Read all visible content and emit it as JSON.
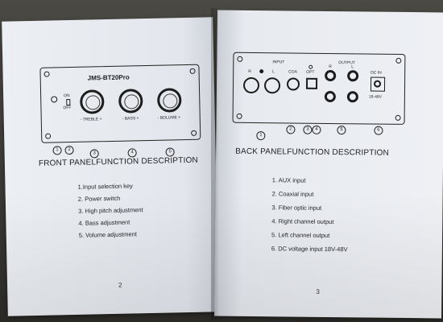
{
  "left_page": {
    "model": "JMS-BT20Pro",
    "switch_on": "ON",
    "switch_off": "OFF",
    "knob_labels": [
      "- TREBLE +",
      "- BASS +",
      "- BOLUME +"
    ],
    "callouts": [
      "1",
      "2",
      "3",
      "4",
      "5"
    ],
    "section_title": "FRONT PANELFUNCTION DESCRIPTION",
    "items": [
      "1.Input selection key",
      "2. Power switch",
      "3. High pitch adjustment",
      "4. Bass adjustment",
      "5. Volume adjustment"
    ],
    "page_number": "2"
  },
  "right_page": {
    "input_label": "INPUT",
    "output_label": "OUTPUT",
    "r_label": "R",
    "l_label": "L",
    "coa_label": "COA",
    "opt_label": "OPT",
    "out_r_label": "R",
    "out_l_label": "L",
    "dcin_label": "DC IN",
    "dc_range": "18-48V",
    "callouts": [
      "1",
      "2",
      "3",
      "4",
      "5",
      "6"
    ],
    "section_title": "BACK PANELFUNCTION DESCRIPTION",
    "items": [
      "1. AUX input",
      "2. Coaxial input",
      "3. Fiber optic input",
      "4. Right channel output",
      "5. Left channel output",
      "6. DC voltage input 18V-48V"
    ],
    "page_number": "3"
  }
}
